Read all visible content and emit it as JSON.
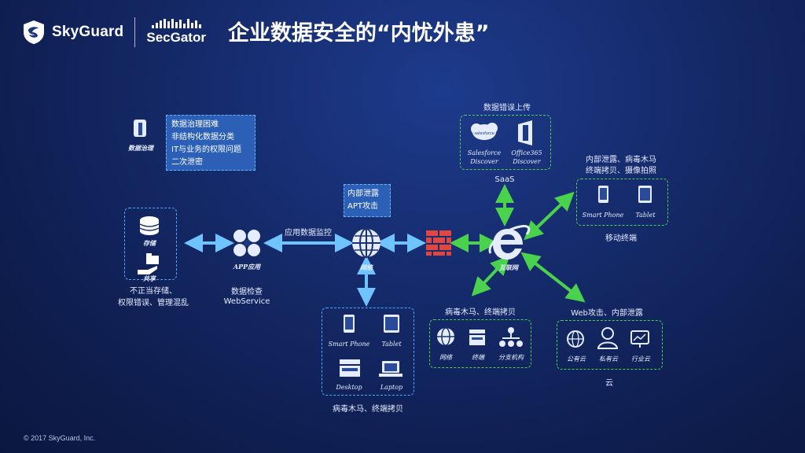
{
  "header": {
    "brand": "SkyGuard",
    "partner": "SecGator",
    "title": "企业数据安全的“内忧外患”"
  },
  "footer": "© 2017    SkyGuard, Inc.",
  "governance": {
    "label": "数据治理",
    "lines": [
      "数据治理困难",
      "非结构化数据分类",
      "IT与业务的权限问题",
      "二次泄密"
    ]
  },
  "storage": {
    "items": [
      "存储",
      "共享"
    ],
    "caption_line1": "不正当存储、",
    "caption_line2": "权限错误、管理混乱"
  },
  "app": {
    "label": "APP应用",
    "caption_line1": "数据检查",
    "caption_line2": "WebService"
  },
  "network": {
    "label": "网络",
    "monitor_label": "应用数据监控",
    "callout": [
      "内部泄露",
      "APT攻击"
    ]
  },
  "saas": {
    "title": "数据错误上传",
    "items": [
      {
        "line1": "Salesforce",
        "line2": "Discover"
      },
      {
        "line1": "Office365",
        "line2": "Discover"
      }
    ],
    "label": "SaaS"
  },
  "internet": {
    "label": "互联网"
  },
  "mobile": {
    "title_line1": "内部泄露、病毒木马",
    "title_line2": "终端拷贝、摄像拍照",
    "items": [
      "Smart Phone",
      "Tablet"
    ],
    "label": "移动终端"
  },
  "endpoints": {
    "items": [
      "Smart Phone",
      "Tablet",
      "Desktop",
      "Laptop"
    ],
    "caption": "病毒木马、终端拷贝"
  },
  "branch": {
    "title": "病毒木马、终端拷贝",
    "items": [
      "网络",
      "终端",
      "分支机构"
    ]
  },
  "cloud": {
    "title": "Web攻击、内部泄露",
    "items": [
      "公有云",
      "私有云",
      "行业云"
    ],
    "label": "云"
  },
  "colors": {
    "blue_arrow": "#6fc3ff",
    "green_arrow": "#4ad24d",
    "firewall": "#e2463f",
    "callout_bg": "#2c5fb6"
  }
}
